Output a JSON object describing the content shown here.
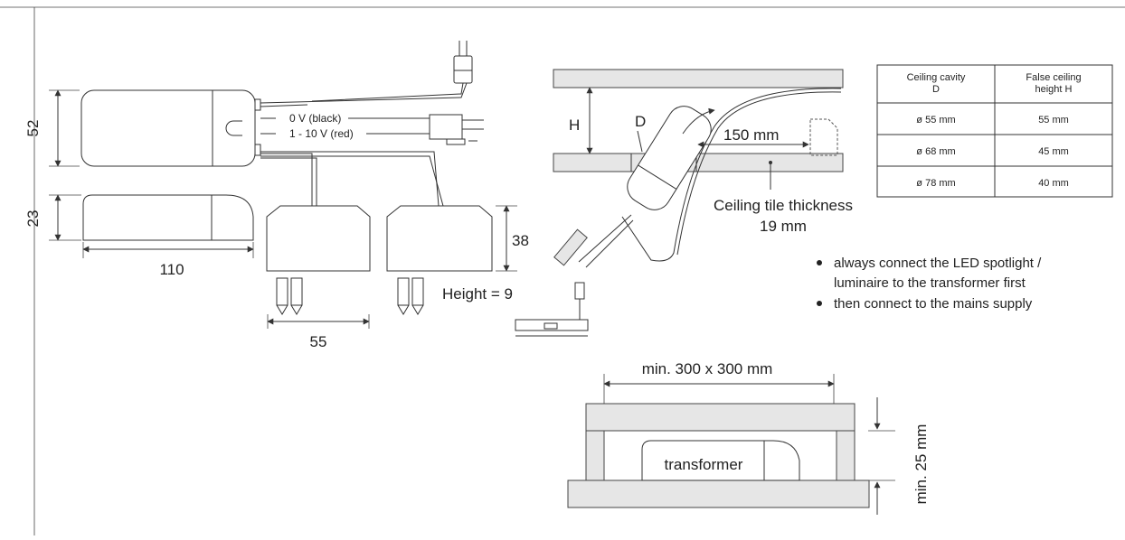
{
  "left": {
    "dim_height_top": "52",
    "dim_height_low": "23",
    "dim_width": "110",
    "wire_black": "0 V (black)",
    "wire_red": "1 - 10 V (red)",
    "dim_module_height": "38",
    "dim_module_spacing": "55",
    "height_label": "Height = 9"
  },
  "middle": {
    "label_h": "H",
    "label_d": "D",
    "dim_150": "150 mm",
    "tile_label_1": "Ceiling tile thickness",
    "tile_label_2": "19 mm"
  },
  "table": {
    "headers": [
      {
        "line1": "Ceiling cavity",
        "line2": "D"
      },
      {
        "line1": "False ceiling",
        "line2": "height H"
      }
    ],
    "rows": [
      [
        "ø 55 mm",
        "55 mm"
      ],
      [
        "ø 68 mm",
        "45 mm"
      ],
      [
        "ø 78 mm",
        "40 mm"
      ]
    ]
  },
  "notes": {
    "bullet1_line1": "always connect the LED spotlight /",
    "bullet1_line2": "luminaire to the transformer first",
    "bullet2": "then connect to the mains supply"
  },
  "bottom": {
    "dim_top": "min. 300 x 300 mm",
    "transformer": "transformer",
    "dim_side": "min. 25 mm"
  }
}
